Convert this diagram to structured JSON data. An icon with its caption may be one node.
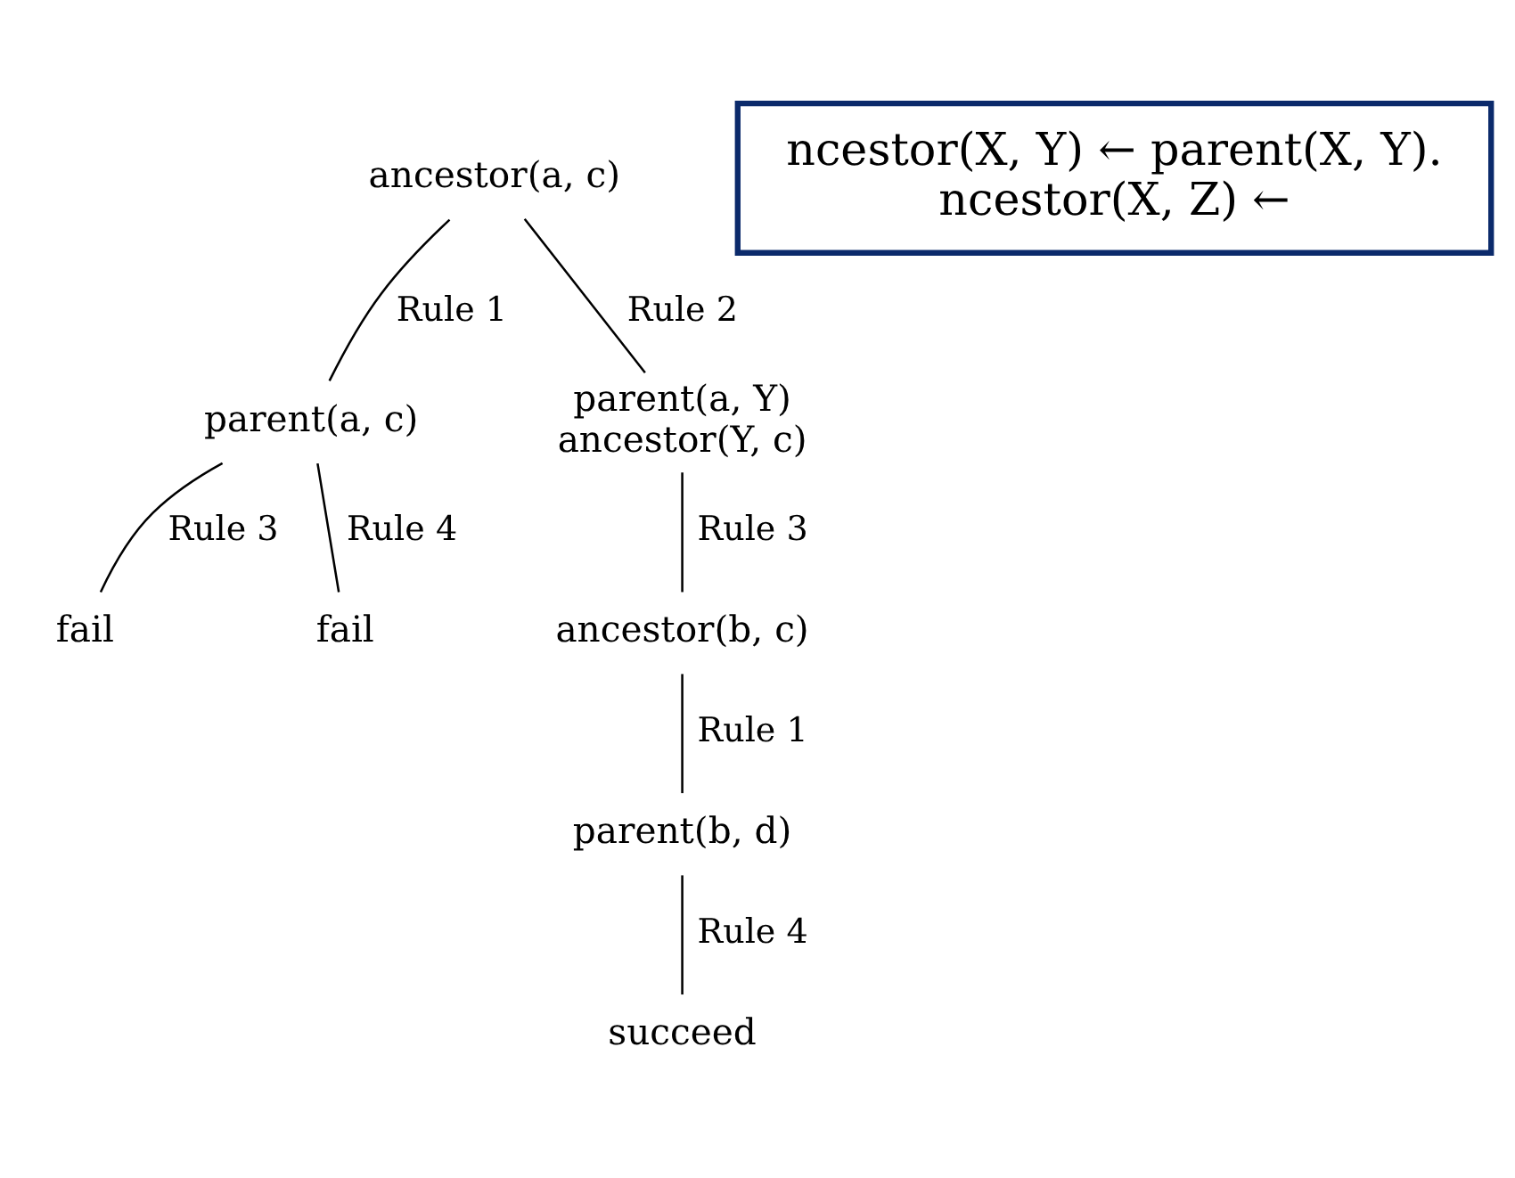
{
  "diagram": {
    "nodes": [
      {
        "text": [
          "ancestor(a, c)"
        ]
      },
      {
        "text": [
          "parent(a, c)"
        ]
      },
      {
        "text": [
          "parent(a, Y)",
          "ancestor(Y, c)"
        ]
      },
      {
        "text": [
          "fail"
        ]
      },
      {
        "text": [
          "fail"
        ]
      },
      {
        "text": [
          "ancestor(b, c)"
        ]
      },
      {
        "text": [
          "parent(b, d)"
        ]
      },
      {
        "text": [
          "succeed"
        ]
      },
      {
        "text": [
          "ncestor(X, Y) ← parent(X, Y).",
          "ncestor(X, Z) ←"
        ]
      }
    ],
    "edges": [
      {
        "from": 0,
        "to": 1,
        "arrow": "none",
        "label": "Rule 1"
      },
      {
        "from": 0,
        "to": 2,
        "arrow": "none",
        "label": "Rule 2"
      },
      {
        "from": 1,
        "to": 3,
        "arrow": "none",
        "label": "Rule 3"
      },
      {
        "from": 1,
        "to": 4,
        "arrow": "none",
        "label": "Rule 4"
      },
      {
        "from": 2,
        "to": 5,
        "arrow": "none",
        "label": "Rule 3"
      },
      {
        "from": 5,
        "to": 6,
        "arrow": "none",
        "label": "Rule 1"
      },
      {
        "from": 6,
        "to": 7,
        "arrow": "none",
        "label": "Rule 4"
      }
    ]
  }
}
